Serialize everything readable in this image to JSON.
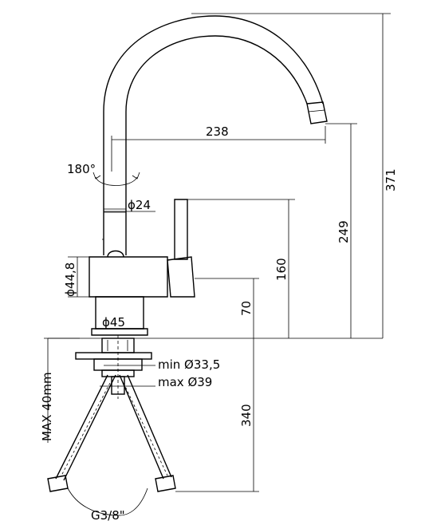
{
  "drawing": {
    "dimensions": {
      "spout_reach": "238",
      "total_height": "371",
      "spout_height": "249",
      "lever_height": "160",
      "base_height": "70",
      "below_deck": "340",
      "rotation": "180°",
      "spout_diameter": "ϕ24",
      "body_diameter": "ϕ44,8",
      "base_diameter": "ϕ45",
      "hole_min": "min Ø33,5",
      "hole_max": "max Ø39",
      "deck_thickness": "MAX 40mm",
      "hose_thread": "G3/8\""
    }
  }
}
